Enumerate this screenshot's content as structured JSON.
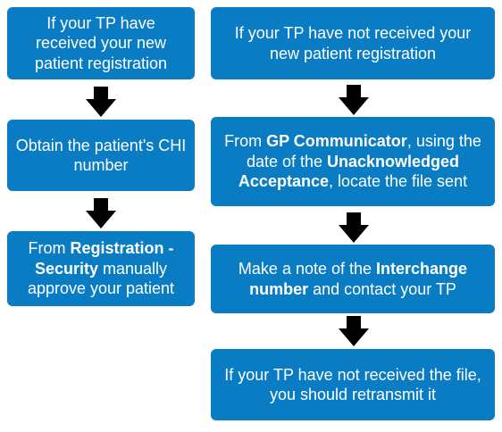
{
  "left": {
    "step1": "If your TP have received your new patient registration",
    "step2": "Obtain the patient's CHI number",
    "step3": {
      "pre": "From ",
      "bold": "Registration - Security",
      "post": " manually approve your patient"
    }
  },
  "right": {
    "step1": "If your TP have not received your new patient registration",
    "step2": {
      "pre": "From ",
      "bold1": "GP Communicator",
      "mid": ", using the date of the ",
      "bold2": "Unacknowledged Acceptance",
      "post": ", locate the file sent"
    },
    "step3": {
      "pre": "Make a note of the ",
      "bold": "Interchange number",
      "post": " and contact your TP"
    },
    "step4": "If your TP have not received the file, you should retransmit it"
  }
}
